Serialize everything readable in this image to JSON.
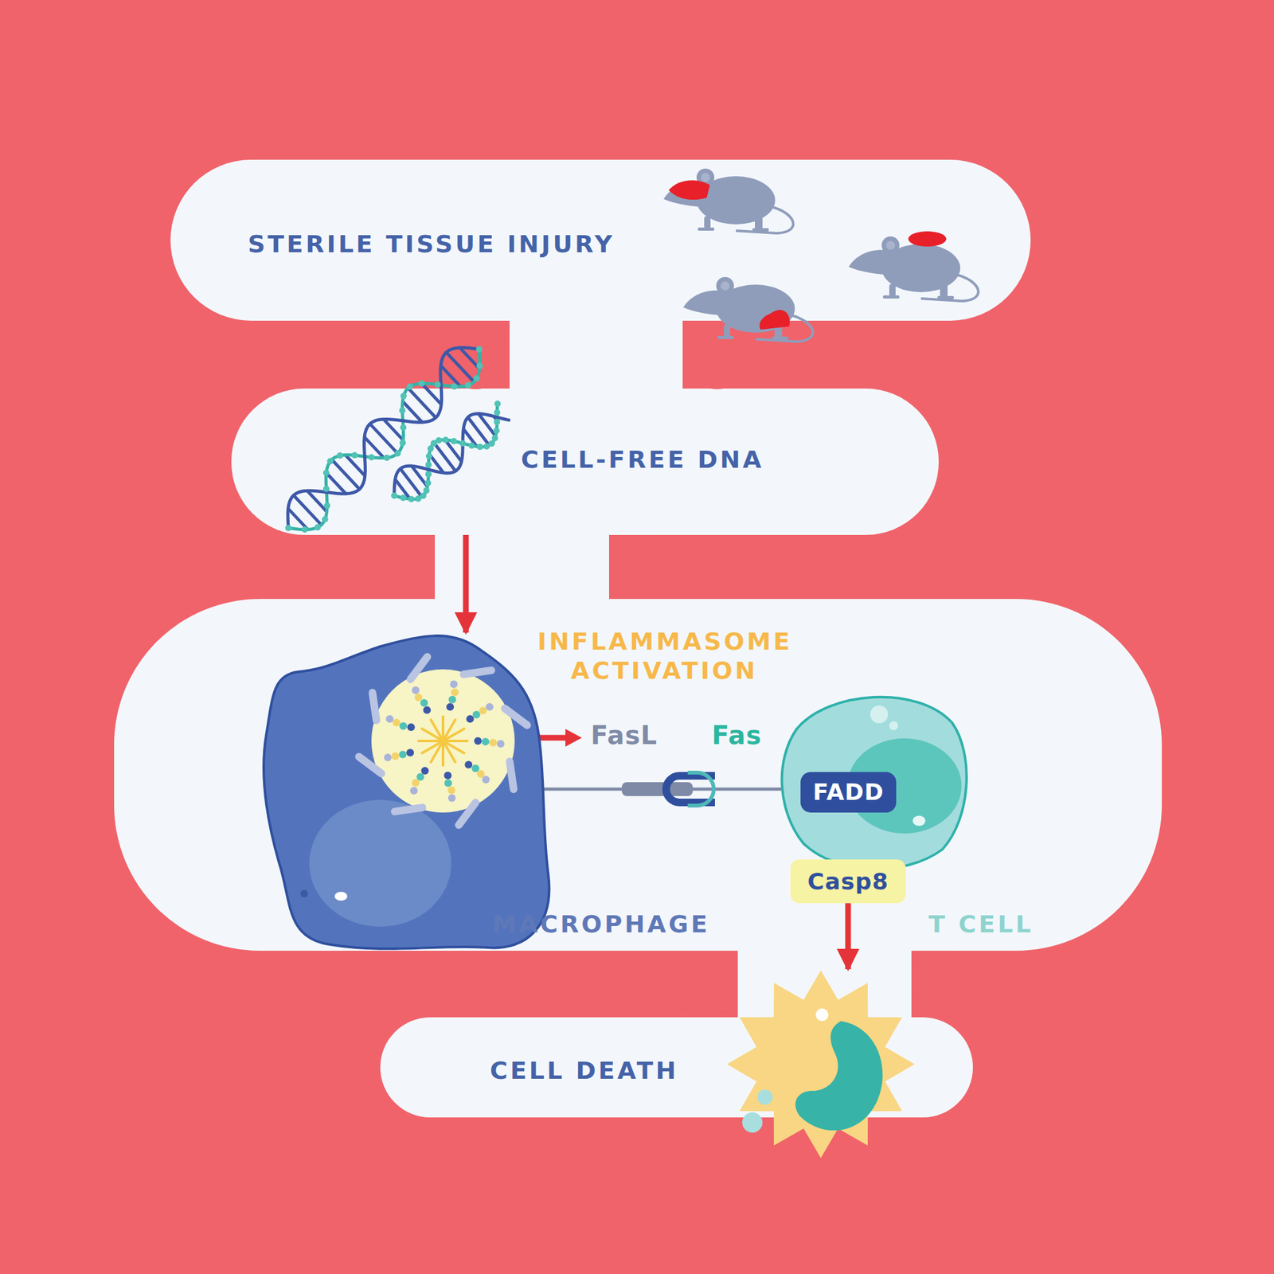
{
  "diagram": {
    "nodes": [
      {
        "text": [
          "STERILE TISSUE INJURY"
        ]
      },
      {
        "text": [
          "CELL-FREE DNA"
        ]
      },
      {
        "text": [
          "MACROPHAGE"
        ]
      },
      {
        "text": [
          "T CELL"
        ]
      },
      {
        "text": [
          "FADD"
        ],
        "in": 3
      },
      {
        "text": [
          "Casp8"
        ]
      },
      {
        "text": [
          "CELL DEATH"
        ]
      }
    ],
    "edges": [
      {
        "from": 1,
        "to": 2,
        "arrow": "to"
      },
      {
        "from": 2,
        "to": 4,
        "arrow": "none"
      },
      {
        "from": 4,
        "to": 5,
        "arrow": "to"
      },
      {
        "from": 5,
        "to": 6,
        "arrow": "to"
      }
    ],
    "labels": [
      "INFLAMMASOME ACTIVATION",
      "FasL",
      "Fas"
    ]
  }
}
